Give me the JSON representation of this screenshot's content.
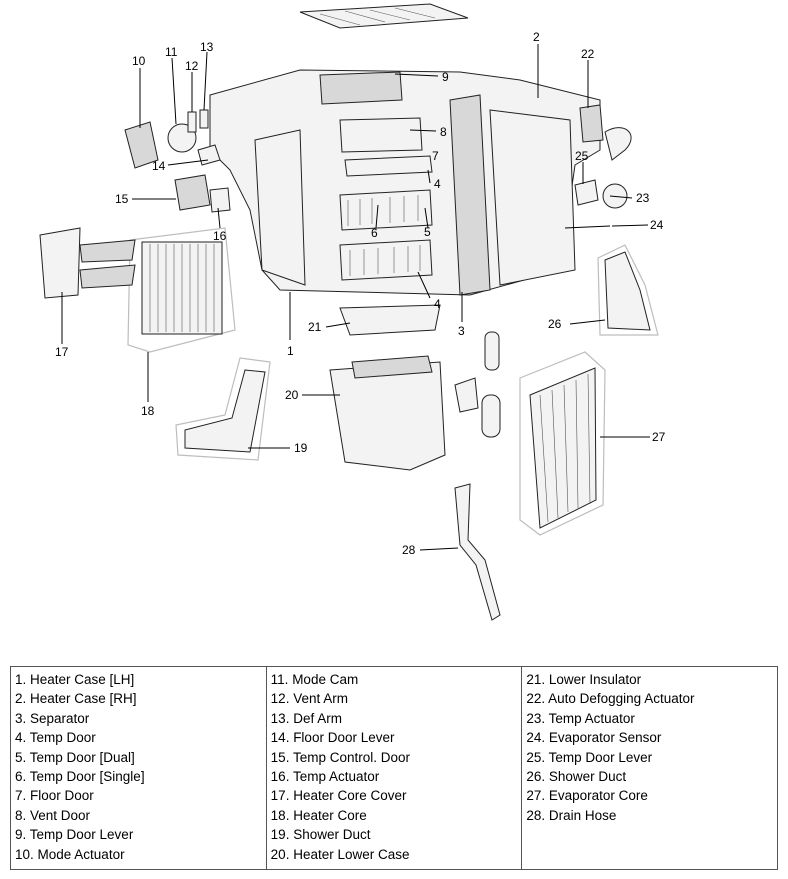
{
  "callouts": [
    "1",
    "2",
    "3",
    "4",
    "4",
    "5",
    "6",
    "7",
    "8",
    "9",
    "10",
    "11",
    "12",
    "13",
    "14",
    "15",
    "16",
    "17",
    "18",
    "19",
    "20",
    "21",
    "22",
    "23",
    "24",
    "25",
    "26",
    "27",
    "28"
  ],
  "legend": {
    "columns": [
      [
        "1. Heater Case [LH]",
        "2. Heater Case [RH]",
        "3. Separator",
        "4. Temp Door",
        "5. Temp Door [Dual]",
        "6. Temp Door [Single]",
        "7. Floor Door",
        "8. Vent Door",
        "9. Temp Door Lever",
        "10. Mode Actuator"
      ],
      [
        "11. Mode Cam",
        "12. Vent Arm",
        "13. Def Arm",
        "14. Floor Door Lever",
        "15. Temp Control. Door",
        "16. Temp Actuator",
        "17. Heater Core Cover",
        "18. Heater Core",
        "19. Shower Duct",
        "20. Heater Lower Case"
      ],
      [
        "21. Lower Insulator",
        "22. Auto Defogging Actuator",
        "23. Temp Actuator",
        "24. Evaporator Sensor",
        "25. Temp Door Lever",
        "26. Shower Duct",
        "27. Evaporator Core",
        "28. Drain Hose"
      ]
    ]
  }
}
